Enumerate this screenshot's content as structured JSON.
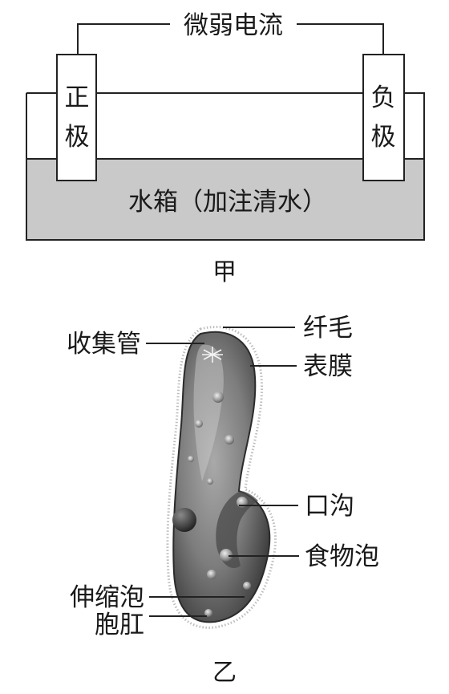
{
  "figure_a": {
    "current_label": "微弱电流",
    "positive_electrode": [
      "正",
      "极"
    ],
    "negative_electrode": [
      "负",
      "极"
    ],
    "tank_label": "水箱（加注清水）",
    "caption": "甲"
  },
  "figure_b": {
    "labels": {
      "cilia": "纤毛",
      "collecting_tube": "收集管",
      "pellicle": "表膜",
      "oral_groove": "口沟",
      "food_vacuole": "食物泡",
      "contractile_vacuole": "伸缩泡",
      "anal_pore": "胞肛"
    },
    "caption": "乙"
  }
}
